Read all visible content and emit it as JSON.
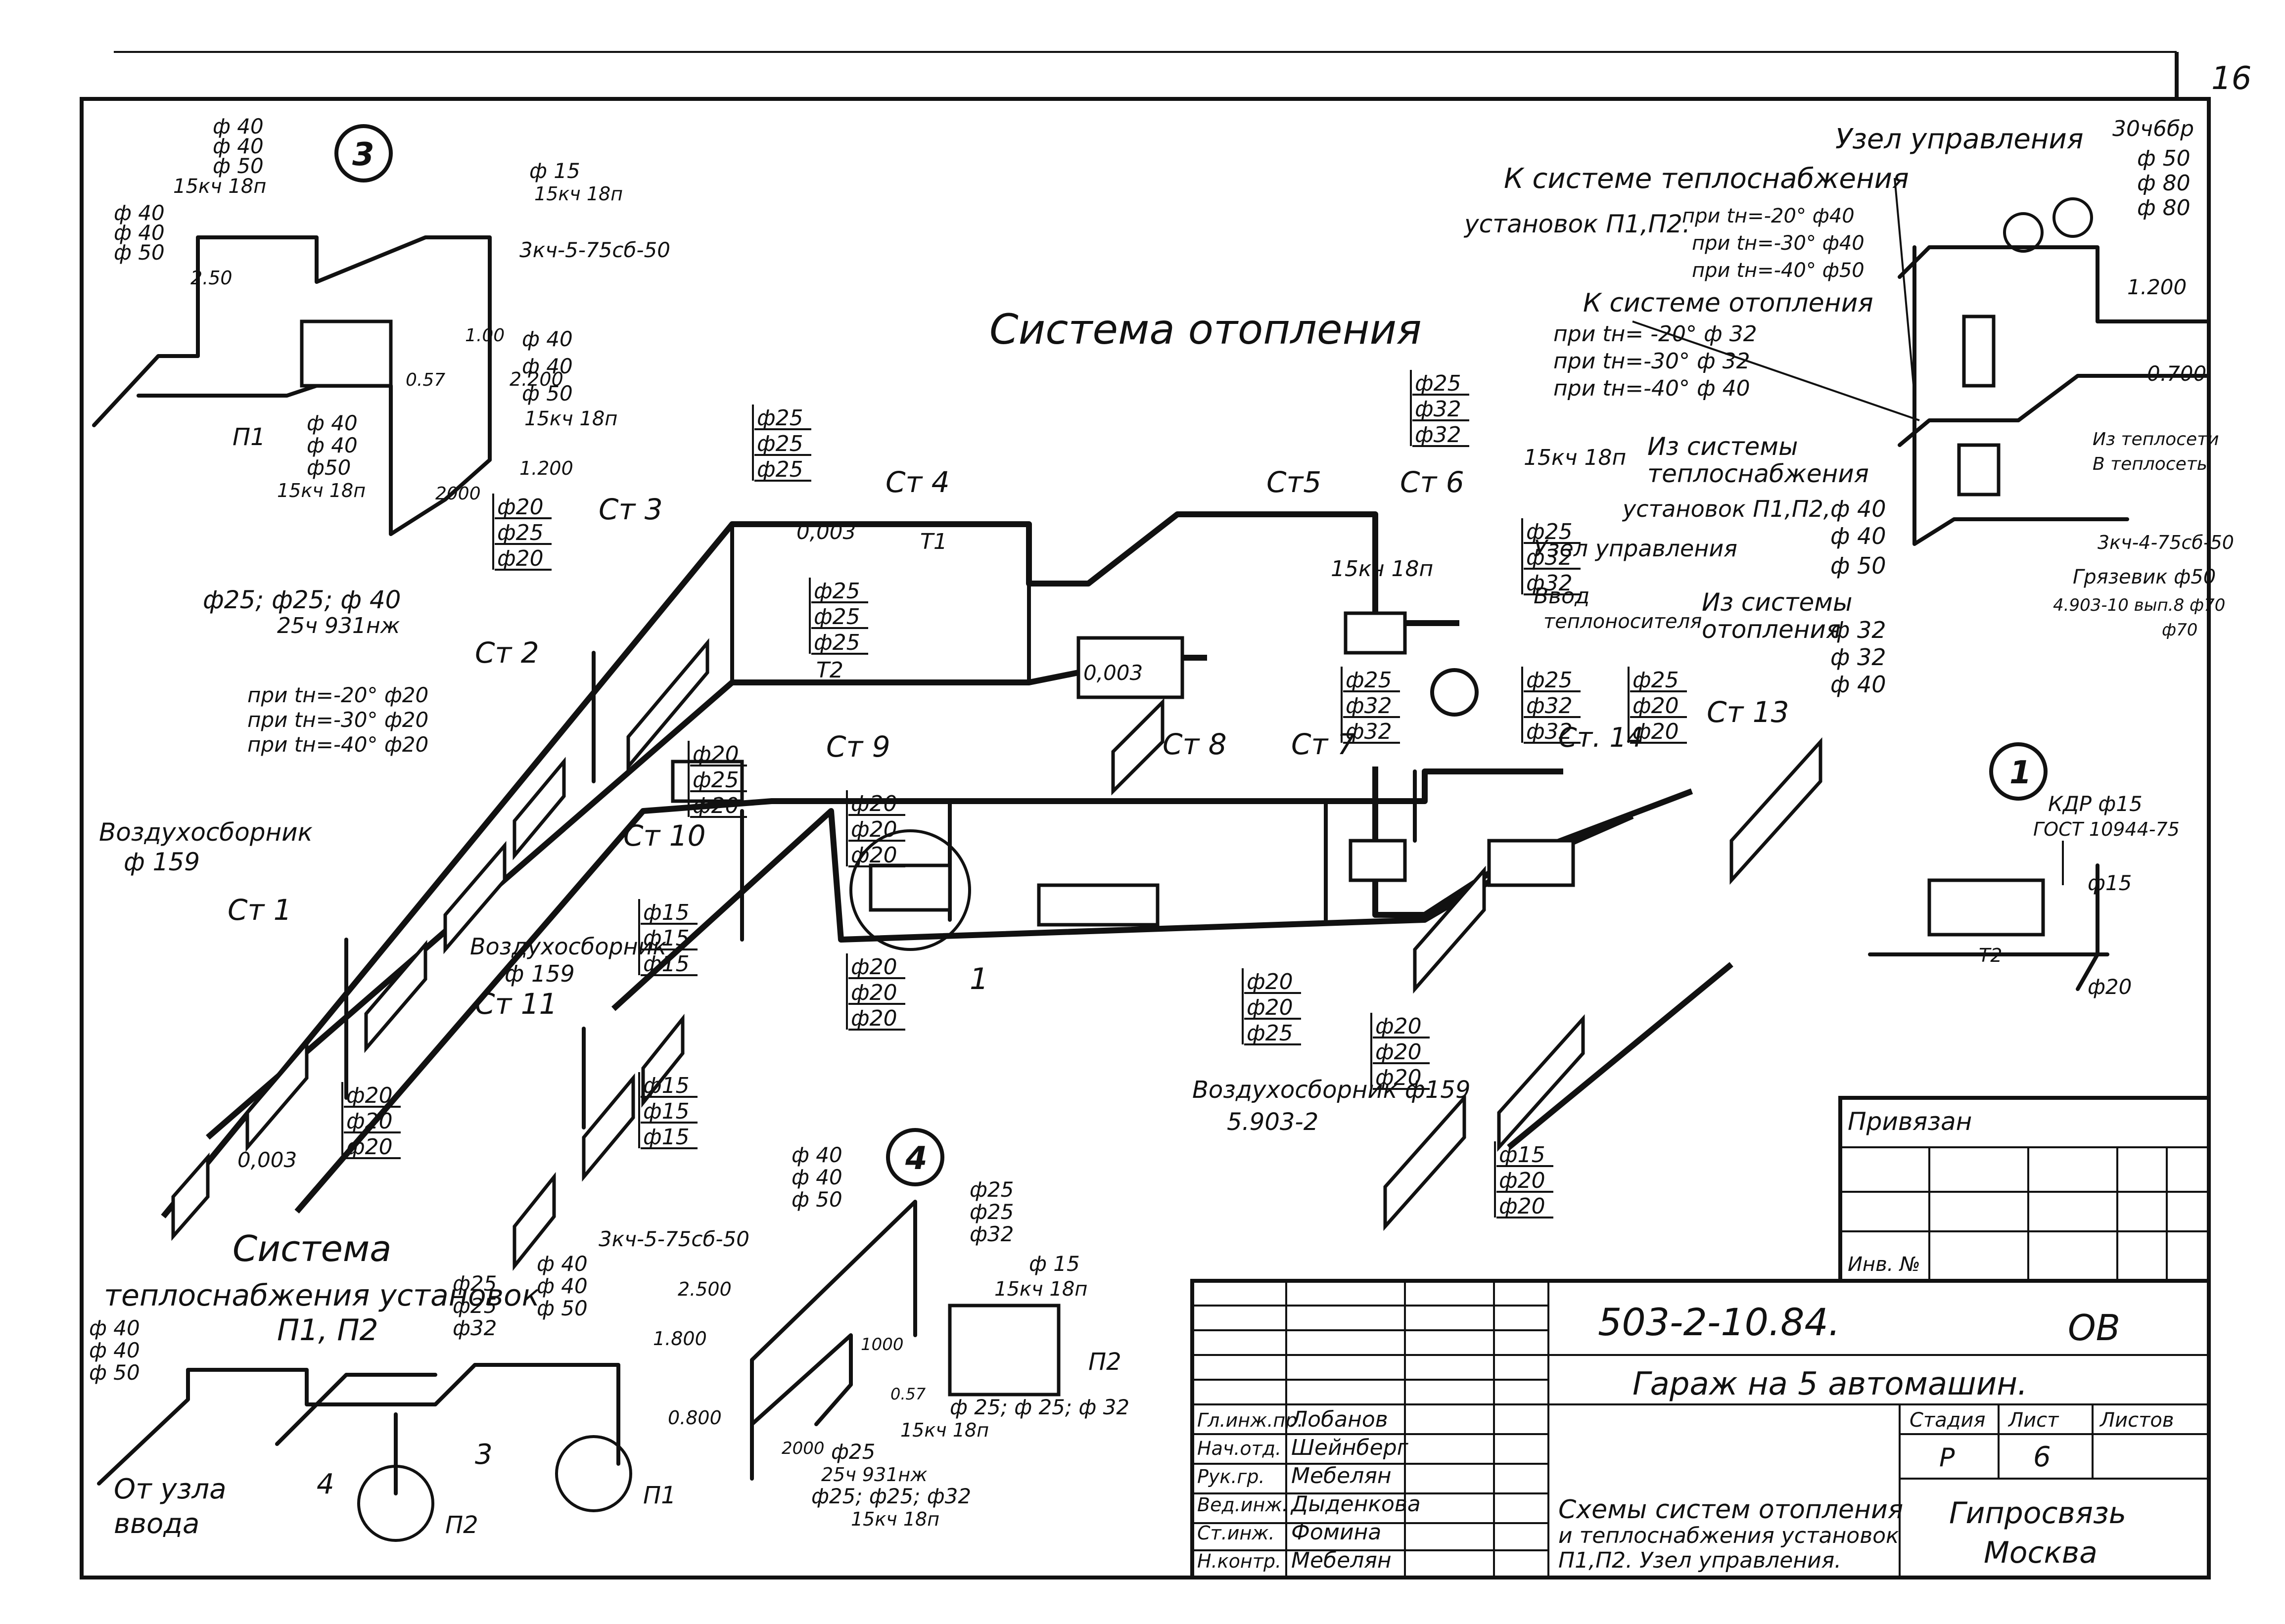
{
  "sheet": {
    "number": "16",
    "system_title": "Система отопления",
    "heat_system_title_1": "Система",
    "heat_system_title_2": "теплоснабжения установок",
    "heat_system_title_3": "П1, П2",
    "from_node_1": "От узла",
    "from_node_2": "ввода"
  },
  "callouts": {
    "node_control_top": "Узел управления",
    "to_heat_supply": "К системе теплоснабжения",
    "units_p1p2": "установок П1,П2.",
    "t20_40": "при tн=-20° ф40",
    "t30_40": "при tн=-30° ф40",
    "t40_50": "при tн=-40° ф50",
    "to_heating": "К системе отопления",
    "h20_32": "при tн= -20° ф 32",
    "h30_32": "при tн=-30° ф 32",
    "h40_40": "при tн=-40° ф 40",
    "from_heat_supply": "Из системы",
    "from_heat_supply_2": "теплоснабжения",
    "from_units": "установок П1,П2,",
    "d40a": "ф 40",
    "d40b": "ф 40",
    "d50": "ф 50",
    "from_heating": "Из системы",
    "from_heating_2": "отопления",
    "d32a": "ф 32",
    "d32b": "ф 32",
    "d40c": "ф 40",
    "node_control_mid": "Узел управления",
    "coolant_input": "Ввод",
    "coolant_input_2": "теплоносителя",
    "valve_3ch": "30ч6бр",
    "v50": "ф 50",
    "v80a": "ф 80",
    "v80b": "ф 80",
    "mark_1200": "1.200",
    "mark_0700": "0.700",
    "to_heatnet": "Из теплосети",
    "to_heatnet_2": "В теплосеть",
    "valve_3kch": "3кч-4-75сб-50",
    "mud_trap": "Грязевик ф50",
    "mud_trap_2": "4.903-10 вып.8 ф70",
    "mud_trap_3": "ф70"
  },
  "risers": {
    "st1": "Ст 1",
    "st2": "Ст 2",
    "st3": "Ст 3",
    "st4": "Ст 4",
    "st5": "Ст5",
    "st6": "Ст 6",
    "st7": "Ст 7",
    "st8": "Ст 8",
    "st9": "Ст 9",
    "st10": "Ст 10",
    "st11": "Ст 11",
    "st13": "Ст 13",
    "st14": "Ст. 14"
  },
  "pipes": {
    "t1": "Т1",
    "t2": "Т2",
    "slope": "0,003",
    "valve_15": "15кч 18п",
    "air_vent_1": "Воздухосборник",
    "air_vent_1_d": "ф 159",
    "air_vent_2": "Воздухосборник",
    "air_vent_2_d": "ф 159",
    "air_vent_3": "Воздухосборник ф159",
    "air_vent_3_d": "5.903-2",
    "pri_20": "при tн=-20° ф20",
    "pri_30": "при tн=-30° ф20",
    "pri_40": "при tн=-40° ф20",
    "d25_25_40": "ф25; ф25; ф 40",
    "valve_25": "25ч 931нж",
    "item_1": "1"
  },
  "diam_stacks": [
    [
      "ф25",
      "ф25",
      "ф25"
    ],
    [
      "ф25",
      "ф32",
      "ф32"
    ],
    [
      "ф20",
      "ф25",
      "ф20"
    ],
    [
      "ф25",
      "ф25",
      "ф25"
    ],
    [
      "ф25",
      "ф32",
      "ф32"
    ],
    [
      "ф25",
      "ф32",
      "ф32"
    ],
    [
      "ф25",
      "ф20",
      "ф20"
    ],
    [
      "ф20",
      "ф25",
      "ф20"
    ],
    [
      "ф20",
      "ф20",
      "ф20"
    ],
    [
      "ф20",
      "ф20",
      "ф25"
    ],
    [
      "ф20",
      "ф20",
      "ф20"
    ],
    [
      "ф20",
      "ф20",
      "ф20"
    ],
    [
      "ф15",
      "ф15",
      "ф15"
    ],
    [
      "ф15",
      "ф15",
      "ф15"
    ],
    [
      "ф15",
      "ф20",
      "ф20"
    ],
    [
      "ф25",
      "ф32",
      "ф32"
    ],
    [
      "ф20",
      "ф20",
      "ф20"
    ]
  ],
  "details": {
    "d3": "3",
    "d3_stack": [
      "ф 40",
      "ф 40",
      "ф 50"
    ],
    "d3_valve": "15кч 18п",
    "d3_d15": "ф 15",
    "d3_d15_valve": "15кч 18п",
    "d3_left": [
      "ф 40",
      "ф 40",
      "ф 50"
    ],
    "d3_250": "2.50",
    "d3_3kch": "3кч-5-75сб-50",
    "d3_100": "1.00",
    "d3_057": "0.57",
    "d3_2200": "2.200",
    "d3_right": [
      "ф 40",
      "ф 40",
      "ф 50"
    ],
    "d3_right_v": "15кч 18п",
    "d3_p1": "П1",
    "d3_mid": [
      "ф 40",
      "ф 40",
      "ф50"
    ],
    "d3_mid_v": "15кч 18п",
    "d3_1200": "1.200",
    "d3_2000": "2000",
    "d1": "1",
    "d1_kdr": "КДР ф15",
    "d1_gost": "ГОСТ 10944-75",
    "d1_15": "ф15",
    "d1_20": "ф20",
    "d1_t2": "Т2",
    "d4": "4",
    "d4_stack": [
      "ф 40",
      "ф 40",
      "ф 50"
    ],
    "d4_3kch": "3кч-5-75сб-50",
    "d4_25": [
      "ф25",
      "ф25",
      "ф32"
    ],
    "d4_15": "ф 15",
    "d4_15v": "15кч 18п",
    "d4_2500": "2.500",
    "d4_1800": "1.800",
    "d4_0800": "0.800",
    "d4_1000": "1000",
    "d4_057": "0.57",
    "d4_2000": "2000",
    "d4_p2": "П2",
    "d4_bot1": "ф 25; ф 25; ф 32",
    "d4_bot1v": "15кч 18п",
    "d4_bot2": "ф25",
    "d4_bot2v": "25ч 931нж",
    "d4_bot3": "ф25; ф25; ф32",
    "d4_bot3v": "15кч 18п",
    "h_left": [
      "ф 40",
      "ф 40",
      "ф 50"
    ],
    "h_mid": [
      "ф 40",
      "ф 40",
      "ф 50"
    ],
    "h_25": [
      "ф25",
      "ф25",
      "ф32"
    ],
    "h_4": "4",
    "h_3": "3",
    "h_p2": "П2",
    "h_p1": "П1"
  },
  "title_block": {
    "bound": "Привязан",
    "inv": "Инв. №",
    "code": "503-2-10.84.",
    "section": "ОВ",
    "project": "Гараж на 5 автомашин.",
    "stage_h": "Стадия",
    "sheet_h": "Лист",
    "sheets_h": "Листов",
    "stage": "Р",
    "sheet_no": "6",
    "desc_1": "Схемы систем отопления",
    "desc_2": "и теплоснабжения установок",
    "desc_3": "П1,П2. Узел управления.",
    "org": "Гипросвязь",
    "city": "Москва",
    "people": [
      {
        "role": "Гл.инж.пр.",
        "name": "Лобанов"
      },
      {
        "role": "Нач.отд.",
        "name": "Шейнберг"
      },
      {
        "role": "Рук.гр.",
        "name": "Мебелян"
      },
      {
        "role": "Вед.инж.",
        "name": "Дыденкова"
      },
      {
        "role": "Ст.инж.",
        "name": "Фомина"
      },
      {
        "role": "Н.контр.",
        "name": "Мебелян"
      }
    ]
  }
}
